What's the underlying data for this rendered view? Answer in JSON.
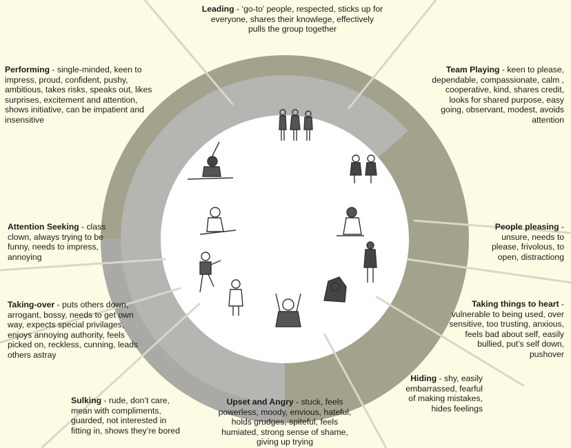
{
  "segments": [
    {
      "id": "leading",
      "title": "Leading",
      "desc": " - ‘go-to’ people, respected, sticks up for everyone, shares their knowlege, effectively pulls the group together"
    },
    {
      "id": "team-playing",
      "title": "Team Playing",
      "desc": " - keen to please, dependable, compassionate, calm , cooperative, kind, shares credit, looks for shared purpose, easy going, observant, modest, avoids attention"
    },
    {
      "id": "people-pleasing",
      "title": "People pleasing",
      "desc": " - unsure, needs to please, frivolous, to open, distractiong"
    },
    {
      "id": "taking-to-heart",
      "title": "Taking things to heart",
      "desc": " - vulnerable to being used, over sensitive, too trusting, anxious, feels bad about self, easily bullied, put’s self down, pushover"
    },
    {
      "id": "hiding",
      "title": "Hiding",
      "desc": " - shy, easily embarrassed, fearful of making mistakes, hides feelings"
    },
    {
      "id": "upset-angry",
      "title": "Upset and Angry",
      "desc": " - stuck, feels powerless, moody, envious, hateful, holds grudges, spiteful, feels humiated, strong sense of shame, giving up trying"
    },
    {
      "id": "sulking",
      "title": "Sulking",
      "desc": " - rude, don’t care, mean with compliments, guarded, not interested in fitting in, shows they’re bored"
    },
    {
      "id": "taking-over",
      "title": "Taking-over",
      "desc": " - puts others down, arrogant, bossy, needs to get own way, expects special privilages, enjoys annoying authority, feels picked on, reckless, cunning, leads others astray"
    },
    {
      "id": "attention-seeking",
      "title": "Attention Seeking",
      "desc": " - class clown, always trying to be funny, needs to impress, annoying"
    },
    {
      "id": "performing",
      "title": "Performing",
      "desc": " - single-minded, keen to impress, proud, confident, pushy, ambitious, takes risks, speaks out, likes surprises, excitement and attention, shows initiative, can be impatient and insensitive"
    }
  ],
  "colors": {
    "background": "#fdfbe3",
    "outer_ring_dark": "#a3a28c",
    "outer_ring_light": "#a9a9a6",
    "inner_ring": "#b5b5b2",
    "center": "#ffffff",
    "spokes": "#d9d7c8"
  }
}
